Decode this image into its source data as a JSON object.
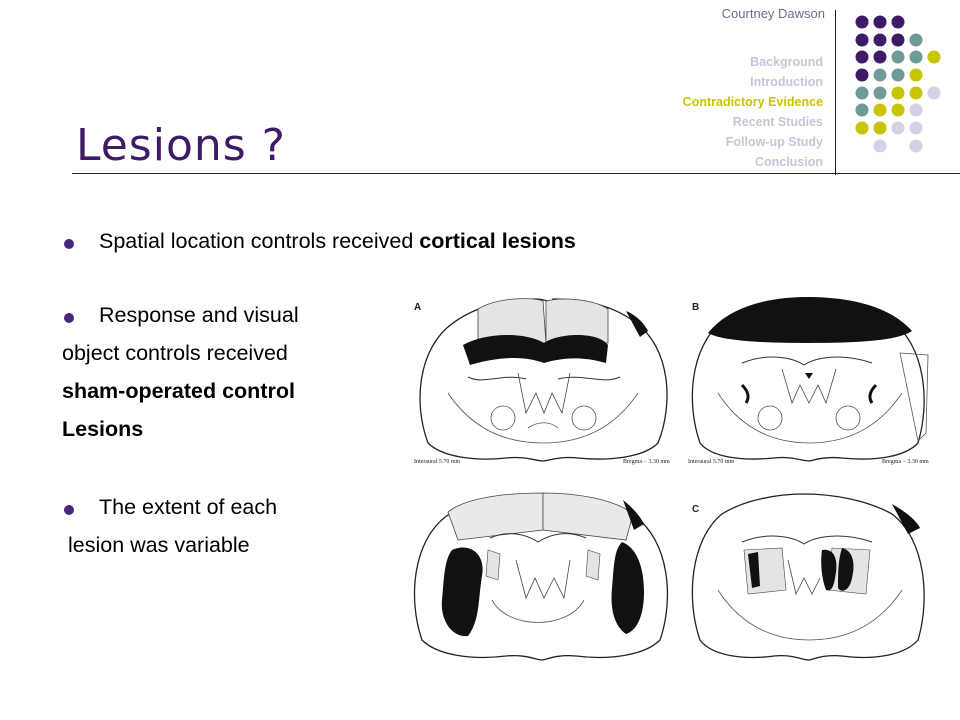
{
  "header": {
    "author": "Courtney Dawson",
    "nav": [
      {
        "label": "Background",
        "active": false
      },
      {
        "label": "Introduction",
        "active": false
      },
      {
        "label": "Contradictory Evidence",
        "active": true
      },
      {
        "label": "Recent Studies",
        "active": false
      },
      {
        "label": "Follow-up Study",
        "active": false
      },
      {
        "label": "Conclusion",
        "active": false
      }
    ]
  },
  "slide": {
    "title": "Lesions ?",
    "bullet1": {
      "text": "Spatial location controls received ",
      "bold": "cortical lesions"
    },
    "bullet2": {
      "line1": "Response and visual",
      "line2": "object controls received",
      "line3": "sham-operated control",
      "line4": "Lesions"
    },
    "bullet3": {
      "line1": "The extent of each",
      "line2": " lesion was variable"
    }
  },
  "figure": {
    "panels": [
      {
        "label": "A",
        "left_caption": "Interaural 5.70 mm",
        "right_caption": "Bregma − 3.30 mm"
      },
      {
        "label": "B",
        "left_caption": "Interaural 5.70 mm",
        "right_caption": "Bregma − 3.30 mm"
      },
      {
        "label": "",
        "left_caption": "",
        "right_caption": ""
      },
      {
        "label": "C",
        "left_caption": "",
        "right_caption": ""
      }
    ]
  },
  "colors": {
    "purple": "#3e1b66",
    "teal": "#6e9a9a",
    "yellow": "#c8c400",
    "lavender": "#d2d2e6",
    "nav_active": "#c8c400",
    "nav_inactive": "#c6c6d8",
    "bullet": "#4b2680"
  }
}
